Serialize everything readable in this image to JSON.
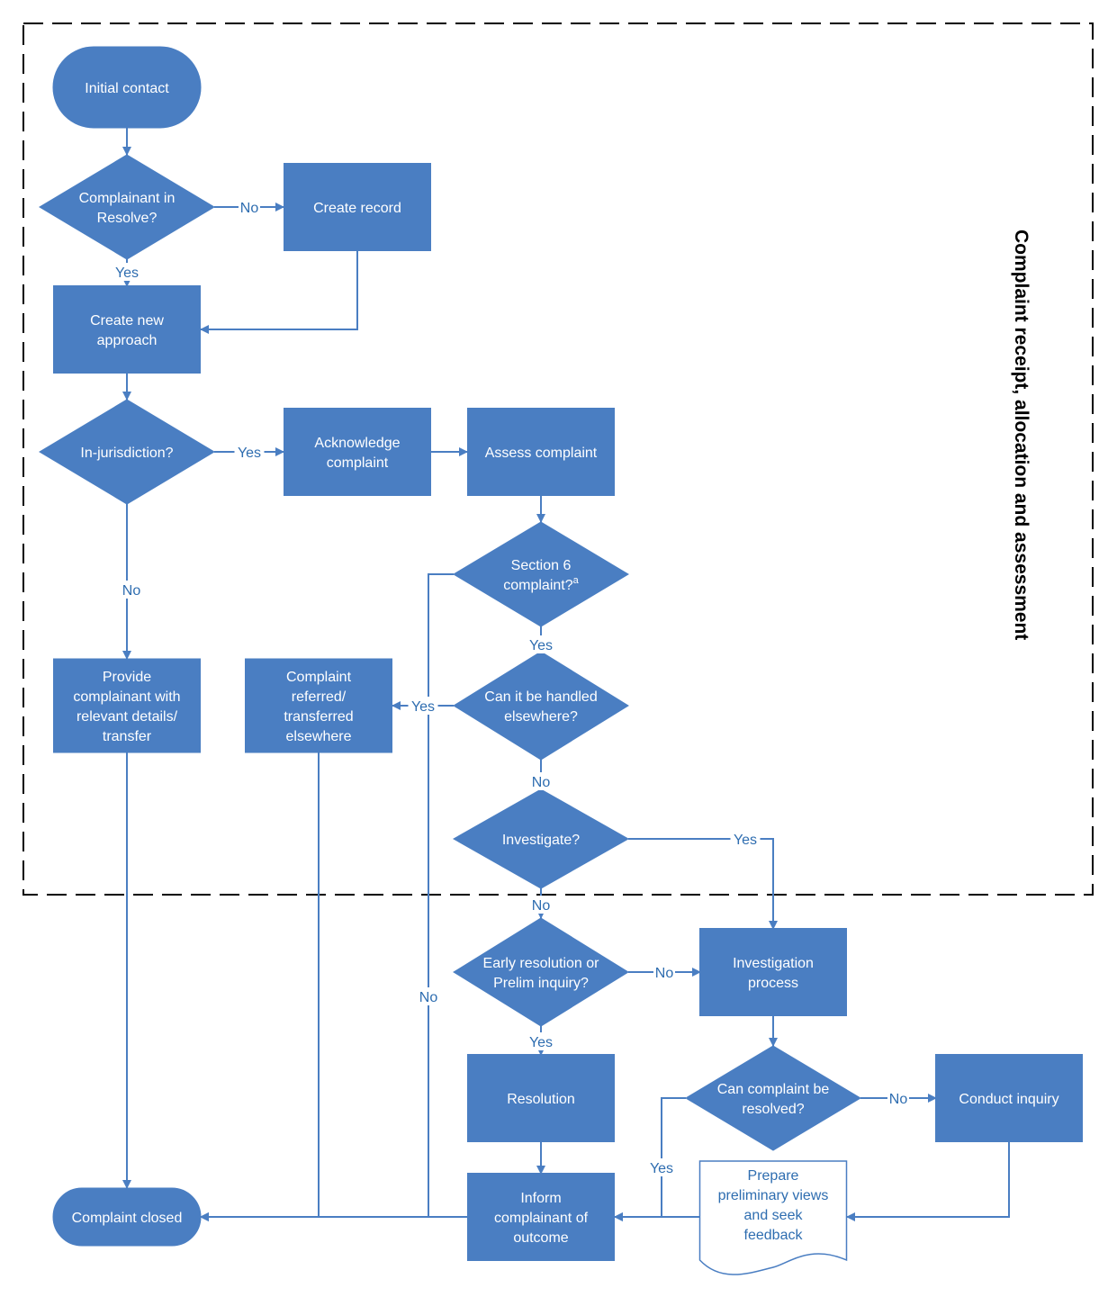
{
  "boundary_label": "Complaint receipt, allocation and assessment",
  "colors": {
    "shape": "#4a7ec2",
    "text_on_shape": "#ffffff",
    "edge": "#4a7ec2",
    "label": "#2e6db0",
    "boundary": "#000000"
  },
  "nodes": {
    "initial_contact": {
      "kind": "terminator",
      "lines": [
        "Initial contact"
      ]
    },
    "complainant_in_resolve": {
      "kind": "decision",
      "lines": [
        "Complainant in",
        "Resolve?"
      ]
    },
    "create_record": {
      "kind": "process",
      "lines": [
        "Create record"
      ]
    },
    "create_new_approach": {
      "kind": "process",
      "lines": [
        "Create new",
        "approach"
      ]
    },
    "in_jurisdiction": {
      "kind": "decision",
      "lines": [
        "In-jurisdiction?"
      ]
    },
    "acknowledge_complaint": {
      "kind": "process",
      "lines": [
        "Acknowledge",
        "complaint"
      ]
    },
    "assess_complaint": {
      "kind": "process",
      "lines": [
        "Assess complaint"
      ]
    },
    "section6": {
      "kind": "decision",
      "lines": [
        "Section 6",
        "complaint?"
      ],
      "superscript": "a"
    },
    "handled_elsewhere": {
      "kind": "decision",
      "lines": [
        "Can it be handled",
        "elsewhere?"
      ]
    },
    "provide_details": {
      "kind": "process",
      "lines": [
        "Provide",
        "complainant with",
        "relevant details/",
        "transfer"
      ]
    },
    "referred_elsewhere": {
      "kind": "process",
      "lines": [
        "Complaint",
        "referred/",
        "transferred",
        "elsewhere"
      ]
    },
    "investigate": {
      "kind": "decision",
      "lines": [
        "Investigate?"
      ]
    },
    "early_resolution": {
      "kind": "decision",
      "lines": [
        "Early resolution or",
        "Prelim inquiry?"
      ]
    },
    "investigation_process": {
      "kind": "process",
      "lines": [
        "Investigation",
        "process"
      ]
    },
    "resolution": {
      "kind": "process",
      "lines": [
        "Resolution"
      ]
    },
    "can_be_resolved": {
      "kind": "decision",
      "lines": [
        "Can complaint be",
        "resolved?"
      ]
    },
    "conduct_inquiry": {
      "kind": "process",
      "lines": [
        "Conduct inquiry"
      ]
    },
    "prepare_views": {
      "kind": "document",
      "lines": [
        "Prepare",
        "preliminary views",
        "and seek",
        "feedback"
      ]
    },
    "inform_outcome": {
      "kind": "process",
      "lines": [
        "Inform",
        "complainant of",
        "outcome"
      ]
    },
    "complaint_closed": {
      "kind": "terminator",
      "lines": [
        "Complaint closed"
      ]
    }
  },
  "edges": [
    {
      "from": "initial_contact",
      "to": "complainant_in_resolve",
      "label": ""
    },
    {
      "from": "complainant_in_resolve",
      "to": "create_record",
      "label": "No"
    },
    {
      "from": "complainant_in_resolve",
      "to": "create_new_approach",
      "label": "Yes"
    },
    {
      "from": "create_record",
      "to": "create_new_approach",
      "label": ""
    },
    {
      "from": "create_new_approach",
      "to": "in_jurisdiction",
      "label": ""
    },
    {
      "from": "in_jurisdiction",
      "to": "acknowledge_complaint",
      "label": "Yes"
    },
    {
      "from": "in_jurisdiction",
      "to": "provide_details",
      "label": "No"
    },
    {
      "from": "acknowledge_complaint",
      "to": "assess_complaint",
      "label": ""
    },
    {
      "from": "assess_complaint",
      "to": "section6",
      "label": ""
    },
    {
      "from": "section6",
      "to": "handled_elsewhere",
      "label": "Yes"
    },
    {
      "from": "section6",
      "to": "complaint_closed",
      "label": "No"
    },
    {
      "from": "handled_elsewhere",
      "to": "referred_elsewhere",
      "label": "Yes"
    },
    {
      "from": "handled_elsewhere",
      "to": "investigate",
      "label": "No"
    },
    {
      "from": "investigate",
      "to": "investigation_process",
      "label": "Yes"
    },
    {
      "from": "investigate",
      "to": "early_resolution",
      "label": "No"
    },
    {
      "from": "early_resolution",
      "to": "investigation_process",
      "label": "No"
    },
    {
      "from": "early_resolution",
      "to": "resolution",
      "label": "Yes"
    },
    {
      "from": "investigation_process",
      "to": "can_be_resolved",
      "label": ""
    },
    {
      "from": "can_be_resolved",
      "to": "conduct_inquiry",
      "label": "No"
    },
    {
      "from": "can_be_resolved",
      "to": "inform_outcome",
      "label": "Yes"
    },
    {
      "from": "conduct_inquiry",
      "to": "prepare_views",
      "label": ""
    },
    {
      "from": "prepare_views",
      "to": "inform_outcome",
      "label": ""
    },
    {
      "from": "resolution",
      "to": "inform_outcome",
      "label": ""
    },
    {
      "from": "inform_outcome",
      "to": "complaint_closed",
      "label": ""
    },
    {
      "from": "referred_elsewhere",
      "to": "complaint_closed",
      "label": ""
    },
    {
      "from": "provide_details",
      "to": "complaint_closed",
      "label": ""
    }
  ]
}
